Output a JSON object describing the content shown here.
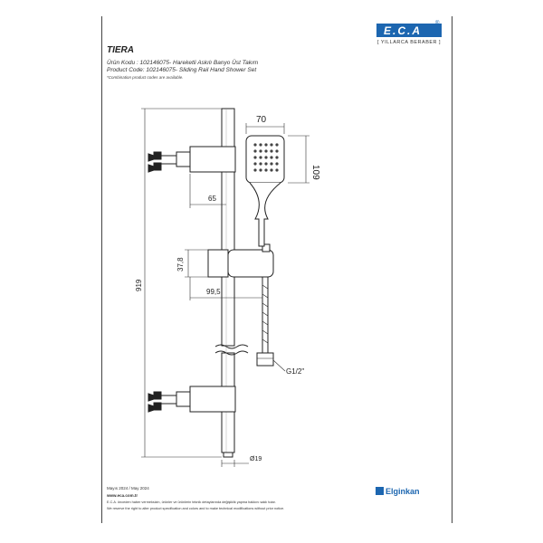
{
  "brand": {
    "logo_text": "E.C.A",
    "logo_mark": "®",
    "tagline": "[ YILLARCA BERABER ]",
    "accent_color": "#1c66b0",
    "partner": "Elginkan"
  },
  "header": {
    "title": "TIERA",
    "line_tr": "Ürün Kodu : 102146075- Hareketli Askılı Banyo Üst Takım",
    "line_en": "Product Code: 102146075- Sliding Rail Hand Shower Set",
    "note": "*Combination product codes are available."
  },
  "dimensions": {
    "width_head": "70",
    "height_head": "109",
    "wall_to_bar": "65",
    "holder_height": "37,8",
    "holder_depth": "99,5",
    "bar_length": "919",
    "thread": "G1/2\"",
    "bar_diameter": "Ø19"
  },
  "footer": {
    "date": "Mayıs 2024 / May 2024",
    "website": "www.eca.com.tr",
    "legal_tr": "E.C.A. önceden haber vermeksizin, ürünler ve ürünlerin teknik detaylarında değişiklik yapma hakkını saklı tutar.",
    "legal_en": "We reserve the right to alter product specification and colors and to make technical modifications without prior notice."
  }
}
